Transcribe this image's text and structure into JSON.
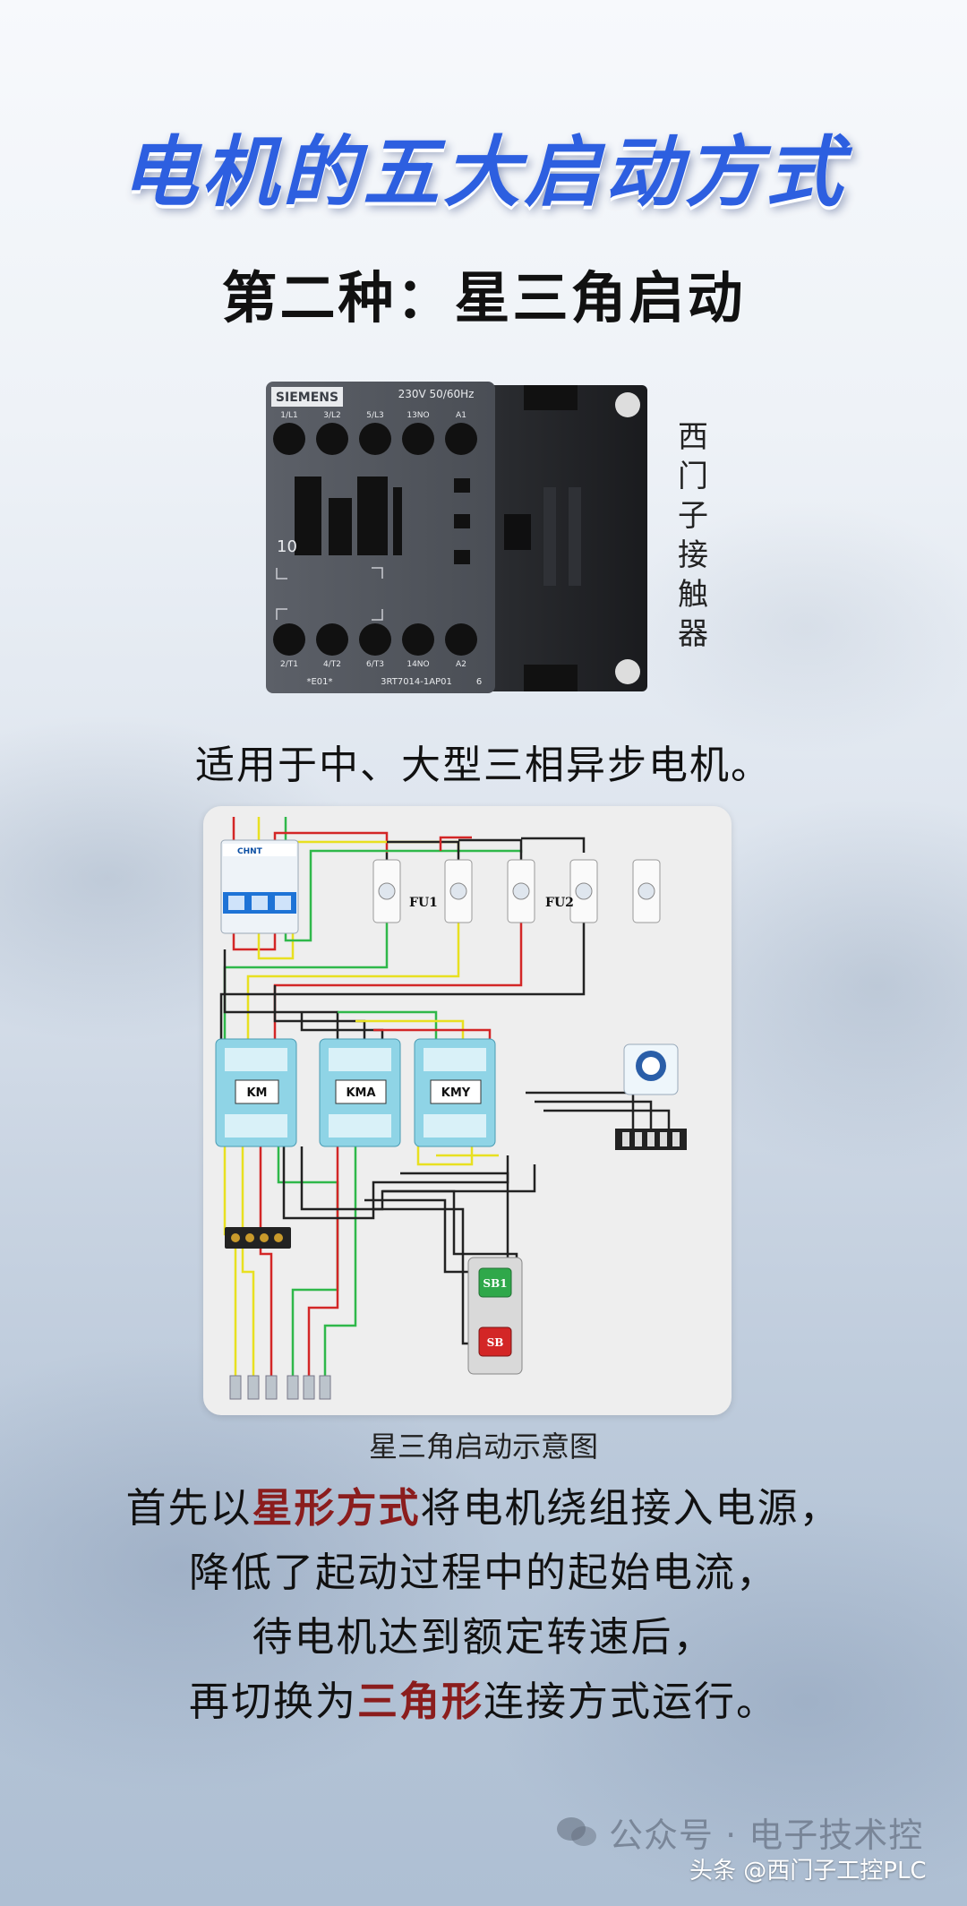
{
  "title": "电机的五大启动方式",
  "subtitle": "第二种：星三角启动",
  "product": {
    "brand": "SIEMENS",
    "rating": "230V 50/60Hz",
    "top_terminals": [
      "1/L1",
      "3/L2",
      "5/L3",
      "13NO",
      "A1"
    ],
    "bottom_terminals": [
      "2/T1",
      "4/T2",
      "6/T3",
      "14NO",
      "A2"
    ],
    "side_number": "10",
    "code_left": "*E01*",
    "model": "3RT7014-1AP01",
    "model_suffix": "6",
    "caption": "西门子接触器"
  },
  "applies_text": "适用于中、大型三相异步电机。",
  "diagram": {
    "fuse1": "FU1",
    "fuse2": "FU2",
    "contactor_km": "KM",
    "contactor_kma": "KMA",
    "contactor_kmy": "KMY",
    "breaker_brand": "CHNT",
    "button_start": "SB1",
    "button_stop": "SB",
    "caption": "星三角启动示意图"
  },
  "paragraph": {
    "line1_pre": "首先以",
    "line1_hl": "星形方式",
    "line1_post": "将电机绕组接入电源，",
    "line2": "降低了起动过程中的起始电流，",
    "line3": "待电机达到额定转速后，",
    "line4_pre": "再切换为",
    "line4_hl": "三角形",
    "line4_post": "连接方式运行。"
  },
  "watermark": "公众号 · 电子技术控",
  "footer": "头条 @西门子工控PLC",
  "colors": {
    "title_blue": "#2d5fe0",
    "highlight": "#8b1d1d",
    "wire_red": "#d32626",
    "wire_yellow": "#e8e020",
    "wire_green": "#2fb84a",
    "wire_black": "#222222"
  }
}
